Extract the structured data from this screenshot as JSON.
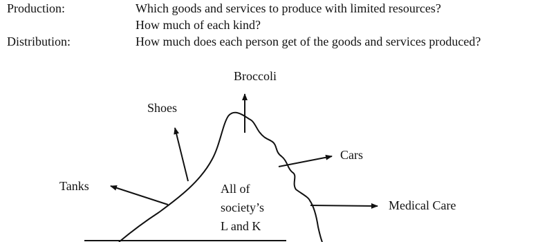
{
  "definitions": {
    "production": {
      "term": "Production:",
      "line1": "Which goods and services to produce with limited resources?",
      "line2": "How much of each kind?"
    },
    "distribution": {
      "term": "Distribution:",
      "line1": "How much does each person get of the goods and services produced?"
    }
  },
  "diagram": {
    "labels": {
      "broccoli": "Broccoli",
      "shoes": "Shoes",
      "cars": "Cars",
      "tanks": "Tanks",
      "medical_care": "Medical Care"
    },
    "center_text": {
      "line1": "All of",
      "line2": "society’s",
      "line3": "L and K"
    }
  }
}
